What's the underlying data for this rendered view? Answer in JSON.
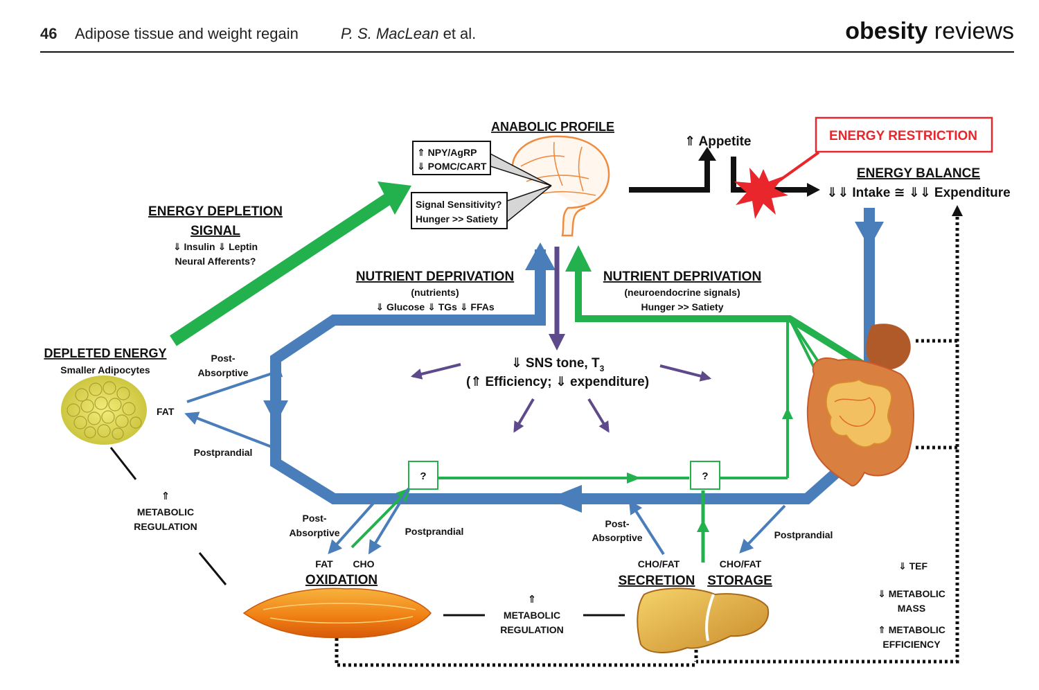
{
  "header": {
    "page_number": "46",
    "running_title": "Adipose tissue and weight regain",
    "author": "P. S. MacLean",
    "author_suffix": "et al.",
    "journal_bold": "obesity",
    "journal_light": "reviews"
  },
  "diagram": {
    "anabolic_profile": "ANABOLIC PROFILE",
    "npy": "⇑ NPY/AgRP",
    "pomc": "⇓ POMC/CART",
    "signal_sensitivity": "Signal Sensitivity?",
    "hunger_satiety_box": "Hunger >> Satiety",
    "appetite": "⇑ Appetite",
    "energy_restriction": "ENERGY RESTRICTION",
    "energy_balance": "ENERGY BALANCE",
    "intake_expenditure": "⇓⇓ Intake ≅ ⇓⇓ Expenditure",
    "energy_depletion_1": "ENERGY DEPLETION",
    "energy_depletion_2": "SIGNAL",
    "insulin_leptin": "⇓ Insulin ⇓ Leptin",
    "neural_afferents": "Neural Afferents?",
    "nutrient_deprivation_left": "NUTRIENT DEPRIVATION",
    "nutrients_sub": "(nutrients)",
    "glucose_tgs_ffas": "⇓ Glucose  ⇓ TGs  ⇓ FFAs",
    "nutrient_deprivation_right": "NUTRIENT DEPRIVATION",
    "neuroendocrine_sub": "(neuroendocrine signals)",
    "hunger_satiety": "Hunger >> Satiety",
    "depleted_energy": "DEPLETED ENERGY",
    "smaller_adipocytes": "Smaller Adipocytes",
    "post_absorptive_1a": "Post-",
    "post_absorptive_1b": "Absorptive",
    "fat_label": "FAT",
    "postprandial_1": "Postprandial",
    "sns_tone": "⇓ SNS tone, T",
    "sns_sub": "3",
    "efficiency": "(⇑ Efficiency; ⇓ expenditure)",
    "question_1": "?",
    "question_2": "?",
    "metabolic_up_left": "⇑",
    "metabolic_left_1": "METABOLIC",
    "metabolic_left_2": "REGULATION",
    "post_absorptive_2a": "Post-",
    "post_absorptive_2b": "Absorptive",
    "postprandial_2": "Postprandial",
    "ox_fat": "FAT",
    "ox_cho": "CHO",
    "oxidation": "OXIDATION",
    "metabolic_up_mid": "⇑",
    "metabolic_mid_1": "METABOLIC",
    "metabolic_mid_2": "REGULATION",
    "post_absorptive_3a": "Post-",
    "post_absorptive_3b": "Absorptive",
    "postprandial_3": "Postprandial",
    "cho_fat_1": "CHO/FAT",
    "cho_fat_2": "CHO/FAT",
    "secretion": "SECRETION",
    "storage": "STORAGE",
    "tef": "⇓ TEF",
    "metabolic_mass_1": "⇓ METABOLIC",
    "metabolic_mass_2": "MASS",
    "metabolic_eff_1": "⇑ METABOLIC",
    "metabolic_eff_2": "EFFICIENCY"
  },
  "colors": {
    "blue": "#4a7ebb",
    "green": "#22b14c",
    "purple": "#5e4a8b",
    "red": "#e8262b",
    "black": "#111111"
  },
  "icons": [
    "brain-icon",
    "adipocyte-cluster-icon",
    "gut-icon",
    "muscle-icon",
    "liver-icon",
    "starburst-icon"
  ]
}
